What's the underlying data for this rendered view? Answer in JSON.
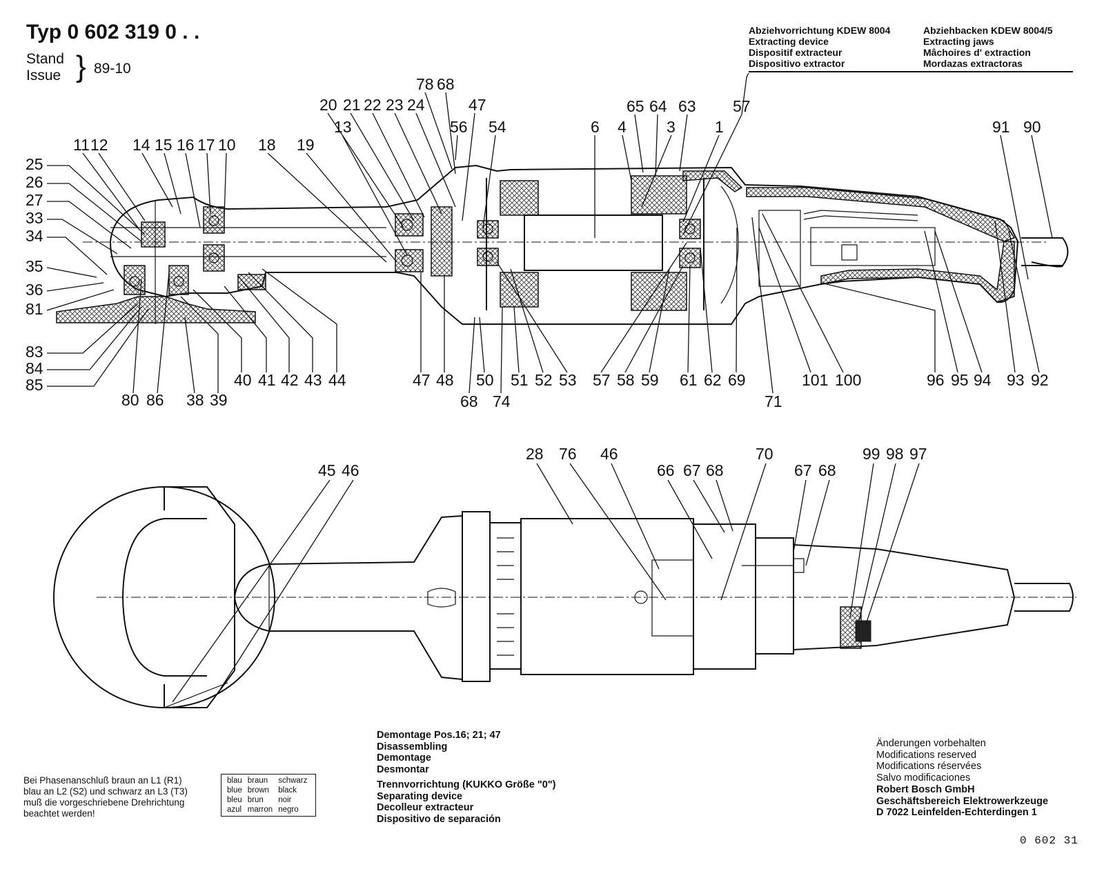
{
  "header": {
    "typ_prefix": "Typ",
    "typ_number": "0 602 319 0 . .",
    "stand": "Stand",
    "issue": "Issue",
    "issue_date": "89-10"
  },
  "tools": {
    "extracting_device": [
      "Abziehvorrichtung KDEW 8004",
      "Extracting device",
      "Dispositif extracteur",
      "Dispositivo extractor"
    ],
    "extracting_jaws": [
      "Abziehbacken KDEW 8004/5",
      "Extracting jaws",
      "Mâchoires d' extraction",
      "Mordazas extractoras"
    ]
  },
  "top_labels": [
    {
      "id": "l11",
      "text": "11"
    },
    {
      "id": "l12",
      "text": "12"
    },
    {
      "id": "l14",
      "text": "14"
    },
    {
      "id": "l15",
      "text": "15"
    },
    {
      "id": "l16",
      "text": "16"
    },
    {
      "id": "l17",
      "text": "17"
    },
    {
      "id": "l10",
      "text": "10"
    },
    {
      "id": "l18",
      "text": "18"
    },
    {
      "id": "l19",
      "text": "19"
    },
    {
      "id": "l13",
      "text": "13"
    },
    {
      "id": "l20",
      "text": "20"
    },
    {
      "id": "l21",
      "text": "21"
    },
    {
      "id": "l22",
      "text": "22"
    },
    {
      "id": "l23",
      "text": "23"
    },
    {
      "id": "l24",
      "text": "24"
    },
    {
      "id": "l78",
      "text": "78"
    },
    {
      "id": "l68a",
      "text": "68"
    },
    {
      "id": "l47a",
      "text": "47"
    },
    {
      "id": "l56",
      "text": "56"
    },
    {
      "id": "l54",
      "text": "54"
    },
    {
      "id": "l6",
      "text": "6"
    },
    {
      "id": "l4",
      "text": "4"
    },
    {
      "id": "l65",
      "text": "65"
    },
    {
      "id": "l64",
      "text": "64"
    },
    {
      "id": "l63",
      "text": "63"
    },
    {
      "id": "l3",
      "text": "3"
    },
    {
      "id": "l1",
      "text": "1"
    },
    {
      "id": "l57a",
      "text": "57"
    },
    {
      "id": "l91",
      "text": "91"
    },
    {
      "id": "l90",
      "text": "90"
    },
    {
      "id": "l25",
      "text": "25"
    },
    {
      "id": "l26",
      "text": "26"
    },
    {
      "id": "l27",
      "text": "27"
    },
    {
      "id": "l33",
      "text": "33"
    },
    {
      "id": "l34",
      "text": "34"
    },
    {
      "id": "l35",
      "text": "35"
    },
    {
      "id": "l36",
      "text": "36"
    },
    {
      "id": "l81",
      "text": "81"
    },
    {
      "id": "l83",
      "text": "83"
    },
    {
      "id": "l84",
      "text": "84"
    },
    {
      "id": "l85",
      "text": "85"
    },
    {
      "id": "l80",
      "text": "80"
    },
    {
      "id": "l86",
      "text": "86"
    },
    {
      "id": "l38",
      "text": "38"
    },
    {
      "id": "l39",
      "text": "39"
    },
    {
      "id": "l40",
      "text": "40"
    },
    {
      "id": "l41",
      "text": "41"
    },
    {
      "id": "l42",
      "text": "42"
    },
    {
      "id": "l43",
      "text": "43"
    },
    {
      "id": "l44",
      "text": "44"
    },
    {
      "id": "l47b",
      "text": "47"
    },
    {
      "id": "l48",
      "text": "48"
    },
    {
      "id": "l50",
      "text": "50"
    },
    {
      "id": "l68b",
      "text": "68"
    },
    {
      "id": "l74",
      "text": "74"
    },
    {
      "id": "l51",
      "text": "51"
    },
    {
      "id": "l52",
      "text": "52"
    },
    {
      "id": "l53",
      "text": "53"
    },
    {
      "id": "l57b",
      "text": "57"
    },
    {
      "id": "l58",
      "text": "58"
    },
    {
      "id": "l59",
      "text": "59"
    },
    {
      "id": "l61",
      "text": "61"
    },
    {
      "id": "l62",
      "text": "62"
    },
    {
      "id": "l69",
      "text": "69"
    },
    {
      "id": "l71",
      "text": "71"
    },
    {
      "id": "l101",
      "text": "101"
    },
    {
      "id": "l100",
      "text": "100"
    },
    {
      "id": "l96",
      "text": "96"
    },
    {
      "id": "l95",
      "text": "95"
    },
    {
      "id": "l94",
      "text": "94"
    },
    {
      "id": "l93",
      "text": "93"
    },
    {
      "id": "l92",
      "text": "92"
    }
  ],
  "bottom_labels": [
    {
      "id": "b45",
      "text": "45"
    },
    {
      "id": "b46a",
      "text": "46"
    },
    {
      "id": "b28",
      "text": "28"
    },
    {
      "id": "b76",
      "text": "76"
    },
    {
      "id": "b46b",
      "text": "46"
    },
    {
      "id": "b66",
      "text": "66"
    },
    {
      "id": "b67a",
      "text": "67"
    },
    {
      "id": "b68a",
      "text": "68"
    },
    {
      "id": "b70",
      "text": "70"
    },
    {
      "id": "b67b",
      "text": "67"
    },
    {
      "id": "b68b",
      "text": "68"
    },
    {
      "id": "b99",
      "text": "99"
    },
    {
      "id": "b98",
      "text": "98"
    },
    {
      "id": "b97",
      "text": "97"
    }
  ],
  "disassembly": {
    "title_prefix": "Demontage  Pos.16; 21; 47",
    "lines": [
      "Disassembling",
      "Demontage",
      "Desmontar"
    ]
  },
  "separating_device": [
    "Trennvorrichtung (KUKKO Größe \"0\")",
    "Separating device",
    "Decolleur extracteur",
    "Dispositivo de separación"
  ],
  "phase_note": [
    "Bei Phasenanschluß braun an L1 (R1)",
    "blau an L2 (S2) und schwarz an L3 (T3)",
    "muß die vorgeschriebene Drehrichtung",
    "beachtet werden!"
  ],
  "color_table": [
    [
      "blau",
      "braun",
      "schwarz"
    ],
    [
      "blue",
      "brown",
      "black"
    ],
    [
      "bleu",
      "brun",
      "noir"
    ],
    [
      "azul",
      "marron",
      "negro"
    ]
  ],
  "modifications": [
    "Änderungen vorbehalten",
    "Modifications reserved",
    "Modifications réservées",
    "Salvo modificaciones"
  ],
  "company": [
    "Robert Bosch GmbH",
    "Geschäftsbereich Elektrowerkzeuge",
    "D 7022 Leinfelden-Echterdingen 1"
  ],
  "page_number": "0 602 31"
}
